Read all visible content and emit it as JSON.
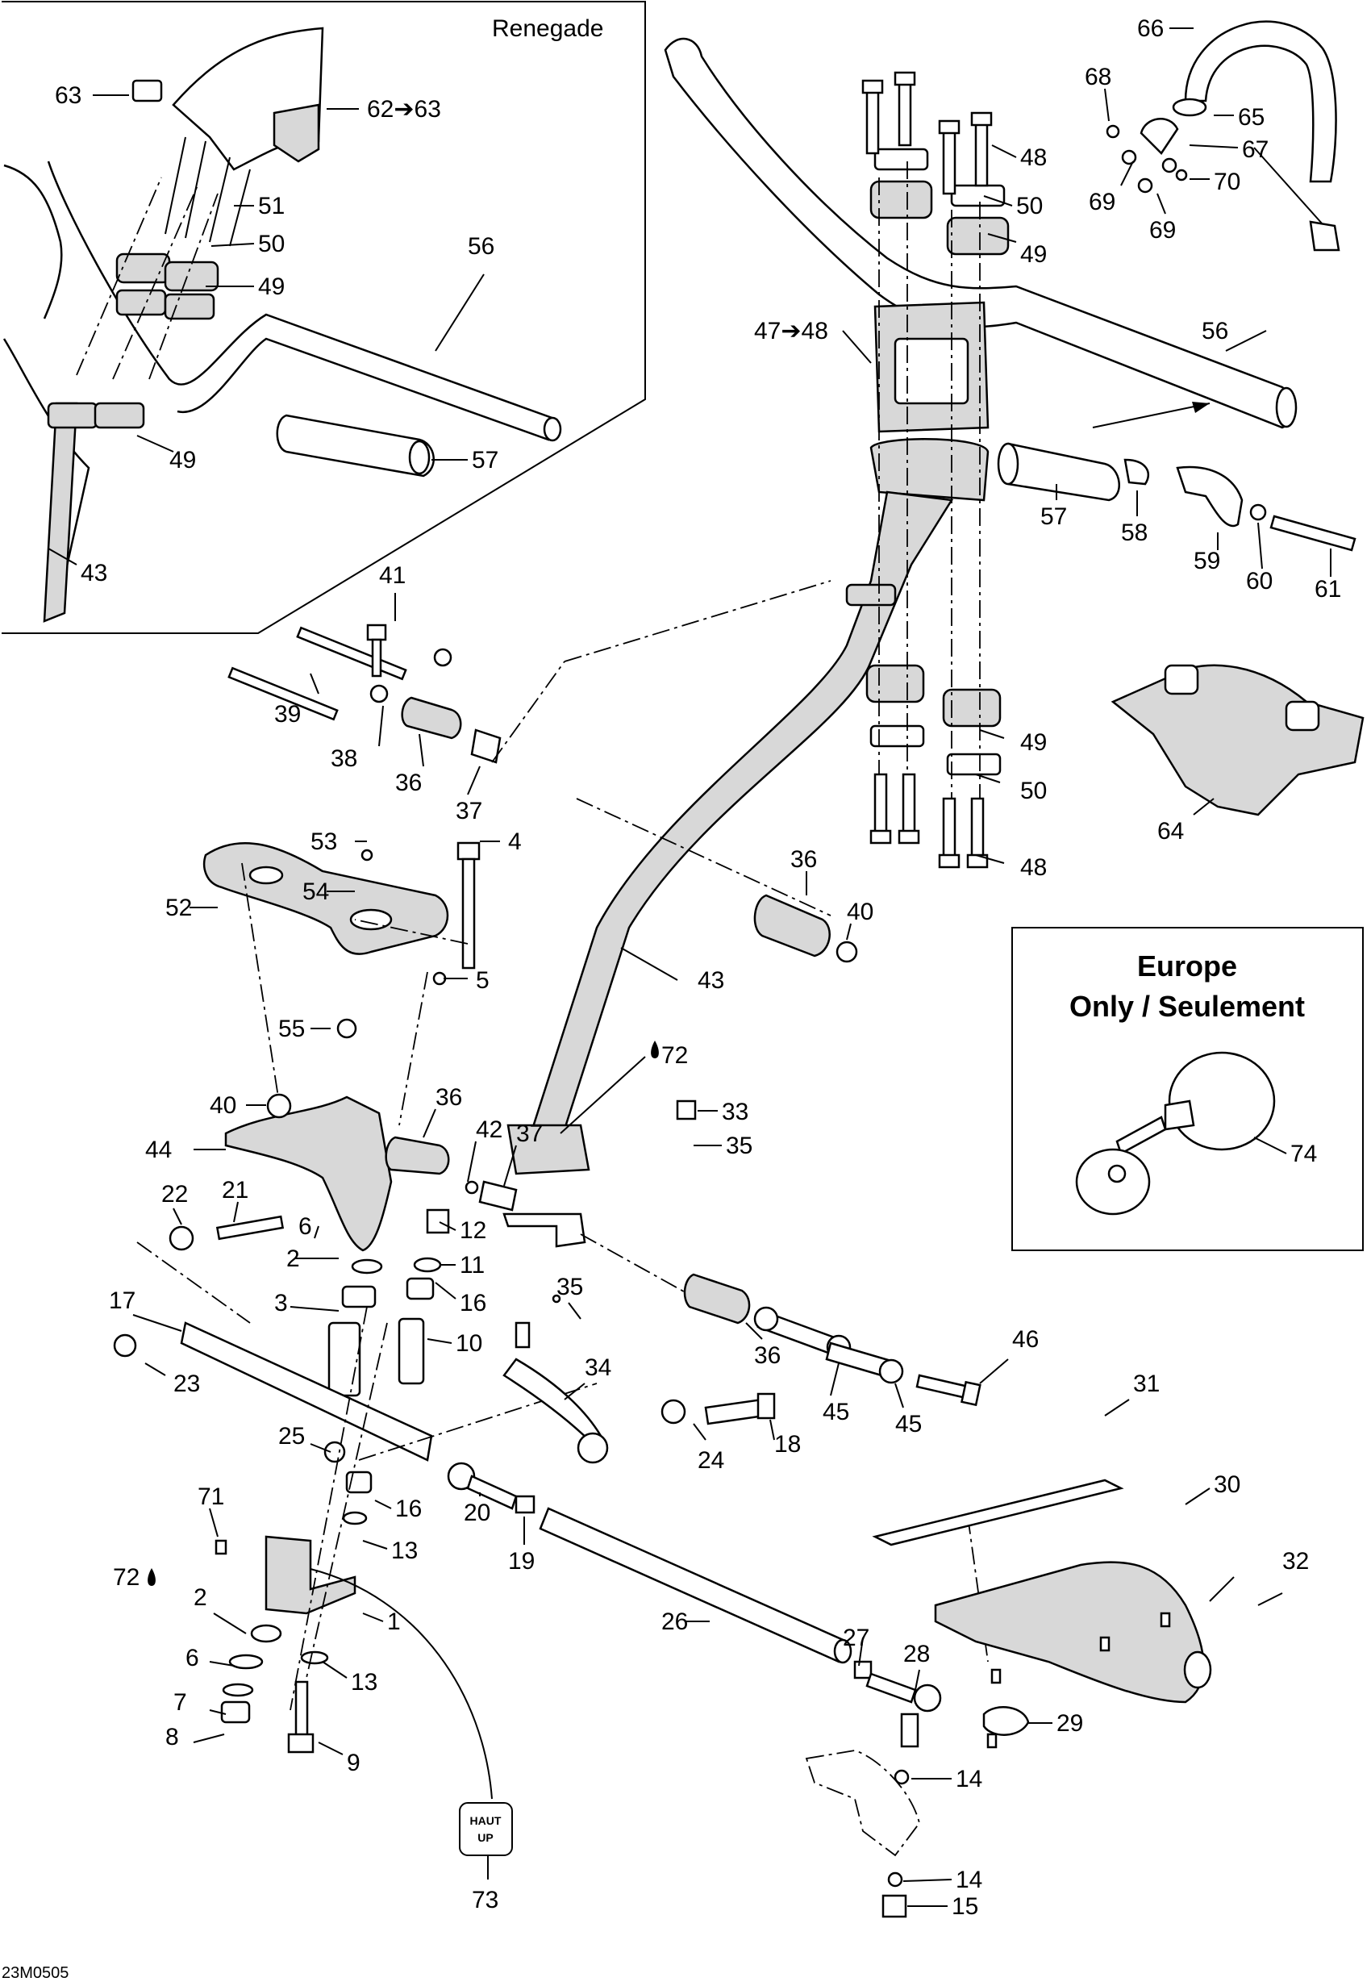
{
  "diagram": {
    "inset_title": "Renegade",
    "europe_line1": "Europe",
    "europe_line2": "Only / Seulement",
    "badge_line1": "HAUT",
    "badge_line2": "UP",
    "code": "23M0505",
    "callouts": {
      "c63": "63",
      "c62": "62➔63",
      "c51": "51",
      "c50i": "50",
      "c49i": "49",
      "c56i": "56",
      "c49j": "49",
      "c57i": "57",
      "c43i": "43",
      "c66": "66",
      "c68": "68",
      "c65": "65",
      "c67": "67",
      "c69a": "69",
      "c70": "70",
      "c69b": "69",
      "c48a": "48",
      "c50a": "50",
      "c49a": "49",
      "c4748": "47➔48",
      "c56": "56",
      "c57": "57",
      "c58": "58",
      "c59": "59",
      "c60": "60",
      "c61": "61",
      "c41": "41",
      "c39": "39",
      "c38": "38",
      "c36a": "36",
      "c37a": "37",
      "c49b": "49",
      "c50b": "50",
      "c48b": "48",
      "c64": "64",
      "c53": "53",
      "c4": "4",
      "c54": "54",
      "c52": "52",
      "c5": "5",
      "c55": "55",
      "c36b": "36",
      "c40a": "40",
      "c43": "43",
      "c72a": "72",
      "c40b": "40",
      "c36c": "36",
      "c33": "33",
      "c44": "44",
      "c42": "42",
      "c37b": "37",
      "c35a": "35",
      "c22": "22",
      "c21": "21",
      "c6a": "6",
      "c12": "12",
      "c2a": "2",
      "c11": "11",
      "c17": "17",
      "c3": "3",
      "c16a": "16",
      "c10": "10",
      "c35b": "35",
      "c36d": "36",
      "c46": "46",
      "c23": "23",
      "c34": "34",
      "c45a": "45",
      "c45b": "45",
      "c31": "31",
      "c25": "25",
      "c24": "24",
      "c18": "18",
      "c30": "30",
      "c72b": "72",
      "c71": "71",
      "c16b": "16",
      "c20": "20",
      "c19": "19",
      "c32": "32",
      "c13a": "13",
      "c1": "1",
      "c2b": "2",
      "c6b": "6",
      "c26": "26",
      "c7": "7",
      "c13b": "13",
      "c8": "8",
      "c9": "9",
      "c27": "27",
      "c28": "28",
      "c29": "29",
      "c14a": "14",
      "c14b": "14",
      "c15": "15",
      "c73": "73",
      "c74": "74"
    }
  }
}
